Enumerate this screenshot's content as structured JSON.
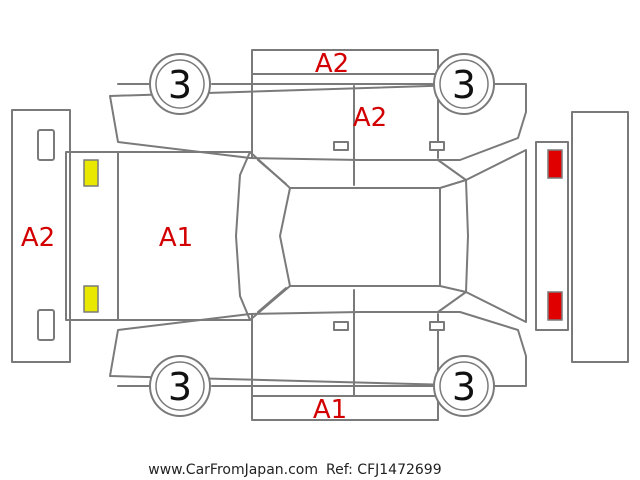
{
  "diagram": {
    "damage_marks": {
      "front_bumper": "A2",
      "roof_top_edge": "A2",
      "rear_door_upper": "A2",
      "bonnet": "A1",
      "bottom_sill": "A1"
    },
    "tires": {
      "front_left": "3",
      "rear_left": "3",
      "front_right": "3",
      "rear_right": "3"
    },
    "colors": {
      "damage_text": "#d20000",
      "headlight": "#e8e800",
      "taillight": "#e00000",
      "outline": "#7a7a7a"
    }
  },
  "footer": {
    "site": "www.CarFromJapan.com",
    "ref": "Ref: CFJ1472699"
  }
}
